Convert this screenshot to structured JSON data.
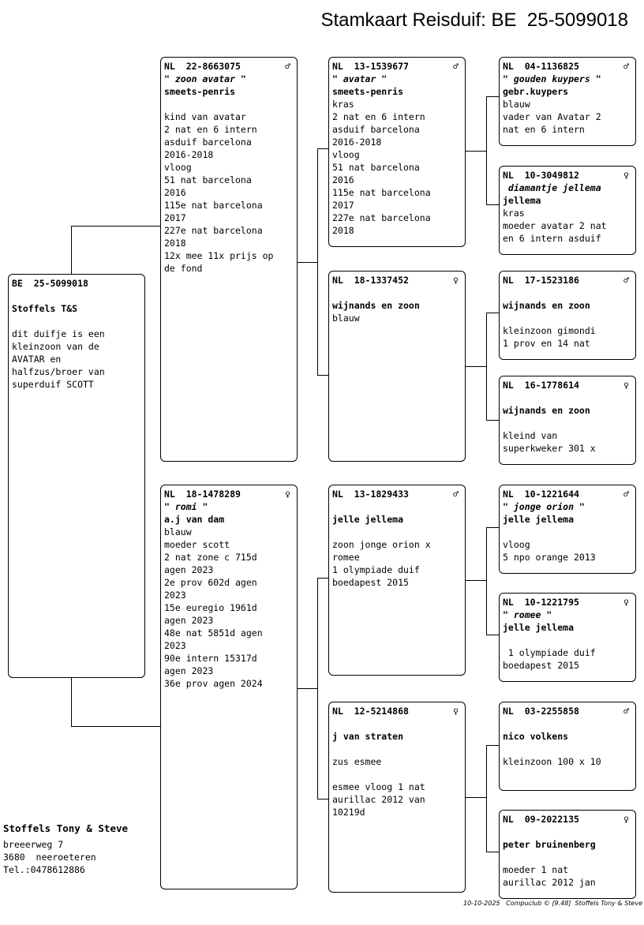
{
  "title": "Stamkaart Reisduif: BE  25-5099018",
  "root": {
    "ring": "BE  25-5099018",
    "owner": "Stoffels T&S",
    "lines": [
      "dit duifje is een",
      "kleinzoon van de",
      "AVATAR en",
      "halfzus/broer van",
      "superduif SCOTT"
    ]
  },
  "sire": {
    "ring": "NL  22-8663075",
    "sex": "♂",
    "name": "\" zoon avatar \"",
    "owner": "smeets-penris",
    "lines": [
      "",
      "kind van avatar",
      "2 nat en 6 intern",
      "asduif barcelona",
      "2016-2018",
      "vloog",
      "51 nat barcelona",
      "2016",
      "115e nat barcelona",
      "2017",
      "227e nat barcelona",
      "2018",
      "12x mee 11x prijs op",
      "de fond"
    ]
  },
  "dam": {
    "ring": "NL  18-1478289",
    "sex": "♀",
    "name": "\" romi \"",
    "owner": "a.j van dam",
    "lines": [
      "blauw",
      "moeder scott",
      "2 nat zone c 715d",
      "agen 2023",
      "2e prov 602d agen",
      "2023",
      "15e euregio 1961d",
      "agen 2023",
      "48e nat 5851d agen",
      "2023",
      "90e intern 15317d",
      "agen 2023",
      "36e prov agen 2024"
    ]
  },
  "gp1": {
    "ring": "NL  13-1539677",
    "sex": "♂",
    "name": "\" avatar \"",
    "owner": "smeets-penris",
    "lines": [
      "kras",
      "2 nat en 6 intern",
      "asduif barcelona",
      "2016-2018",
      "vloog",
      "51 nat barcelona",
      "2016",
      "115e nat barcelona",
      "2017",
      "227e nat barcelona",
      "2018"
    ]
  },
  "gp2": {
    "ring": "NL  18-1337452",
    "sex": "♀",
    "name": "",
    "owner": "wijnands en zoon",
    "lines": [
      "blauw"
    ]
  },
  "gp3": {
    "ring": "NL  13-1829433",
    "sex": "♂",
    "name": "",
    "owner": "jelle jellema",
    "lines": [
      "",
      "zoon jonge orion x",
      "romee",
      "1 olympiade duif",
      "boedapest 2015"
    ]
  },
  "gp4": {
    "ring": "NL  12-5214868",
    "sex": "♀",
    "name": "",
    "owner": "j van straten",
    "lines": [
      "",
      "zus esmee",
      "",
      "esmee vloog 1 nat",
      "aurillac 2012 van",
      "10219d"
    ]
  },
  "ggp1": {
    "ring": "NL  04-1136825",
    "sex": "♂",
    "name": "\" gouden kuypers \"",
    "owner": "gebr.kuypers",
    "lines": [
      "blauw",
      "vader van Avatar 2",
      "nat en 6 intern"
    ]
  },
  "ggp2": {
    "ring": "NL  10-3049812",
    "sex": "♀",
    "name": " diamantje jellema",
    "owner": "jellema",
    "lines": [
      "kras",
      "moeder avatar 2 nat",
      "en 6 intern asduif"
    ]
  },
  "ggp3": {
    "ring": "NL  17-1523186",
    "sex": "♂",
    "name": "",
    "owner": "wijnands en zoon",
    "lines": [
      "",
      "kleinzoon gimondi",
      "1 prov en 14 nat"
    ]
  },
  "ggp4": {
    "ring": "NL  16-1778614",
    "sex": "♀",
    "name": "",
    "owner": "wijnands en zoon",
    "lines": [
      "",
      "kleind van",
      "superkweker 301 x"
    ]
  },
  "ggp5": {
    "ring": "NL  10-1221644",
    "sex": "♂",
    "name": "\" jonge orion \"",
    "owner": "jelle jellema",
    "lines": [
      "",
      "vloog",
      "5 npo orange 2013"
    ]
  },
  "ggp6": {
    "ring": "NL  10-1221795",
    "sex": "♀",
    "name": "\" romee \"",
    "owner": "jelle jellema",
    "lines": [
      "",
      " 1 olympiade duif",
      "boedapest 2015"
    ]
  },
  "ggp7": {
    "ring": "NL  03-2255858",
    "sex": "♂",
    "name": "",
    "owner": "nico volkens",
    "lines": [
      "",
      "kleinzoon 100 x 10"
    ]
  },
  "ggp8": {
    "ring": "NL  09-2022135",
    "sex": "♀",
    "name": "",
    "owner": "peter bruinenberg",
    "lines": [
      "",
      "moeder 1 nat",
      "aurillac 2012 jan"
    ]
  },
  "footer": {
    "name": "Stoffels Tony & Steve",
    "lines": [
      "breeerweg 7",
      "3680  neeroeteren",
      "Tel.:0478612886"
    ]
  },
  "bottomline": "10-10-2025   Compuclub © [9.48]  Stoffels Tony & Steve"
}
